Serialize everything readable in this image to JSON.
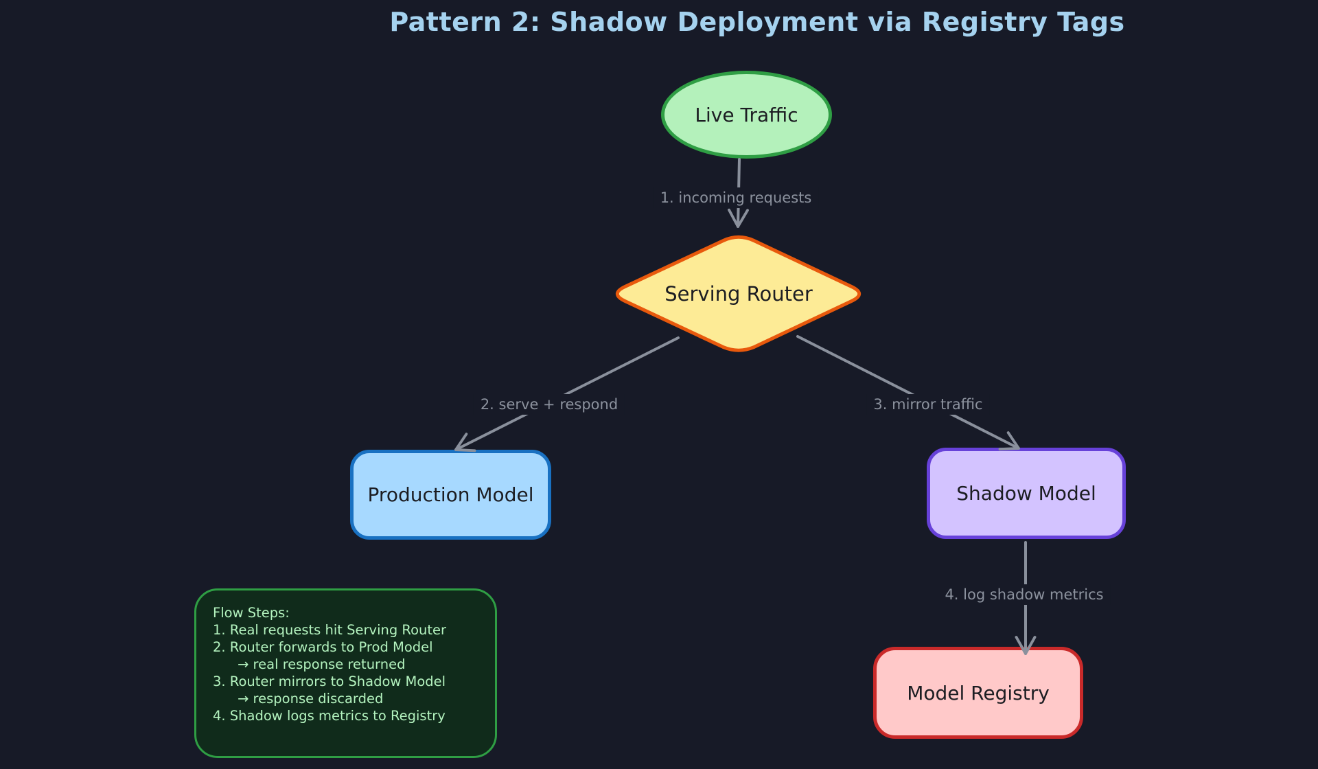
{
  "title": {
    "text": "Pattern 2: Shadow Deployment via Registry Tags",
    "color": "#a5d2ef"
  },
  "canvas": {
    "background": "#171a27"
  },
  "nodes": {
    "live_traffic": {
      "label": "Live Traffic",
      "shape": "ellipse",
      "fill": "#b4f1bb",
      "stroke": "#2f9e44"
    },
    "serving_router": {
      "label": "Serving Router",
      "shape": "diamond",
      "fill": "#fdeb96",
      "stroke": "#e8590c"
    },
    "production_model": {
      "label": "Production Model",
      "shape": "rounded-rect",
      "fill": "#a7d9ff",
      "stroke": "#1971c2"
    },
    "shadow_model": {
      "label": "Shadow Model",
      "shape": "rounded-rect",
      "fill": "#d3c3ff",
      "stroke": "#6741d9"
    },
    "model_registry": {
      "label": "Model Registry",
      "shape": "rounded-rect",
      "fill": "#ffc9c9",
      "stroke": "#c92a2a"
    }
  },
  "edges": [
    {
      "label": "1. incoming requests",
      "from": "live_traffic",
      "to": "serving_router"
    },
    {
      "label": "2. serve + respond",
      "from": "serving_router",
      "to": "production_model"
    },
    {
      "label": "3. mirror traffic",
      "from": "serving_router",
      "to": "shadow_model"
    },
    {
      "label": "4. log shadow metrics",
      "from": "shadow_model",
      "to": "model_registry"
    }
  ],
  "edge_style": {
    "color": "#8a909c",
    "label_color": "#8c929e"
  },
  "note": {
    "fill": "#102b1b",
    "stroke": "#2f9e44",
    "text_color": "#b4f3bf",
    "lines": [
      "Flow Steps:",
      "1. Real requests hit Serving Router",
      "2. Router forwards to Prod Model",
      "→ real response returned",
      "3. Router mirrors to Shadow Model",
      "→ response discarded",
      "4. Shadow logs metrics to Registry"
    ]
  }
}
